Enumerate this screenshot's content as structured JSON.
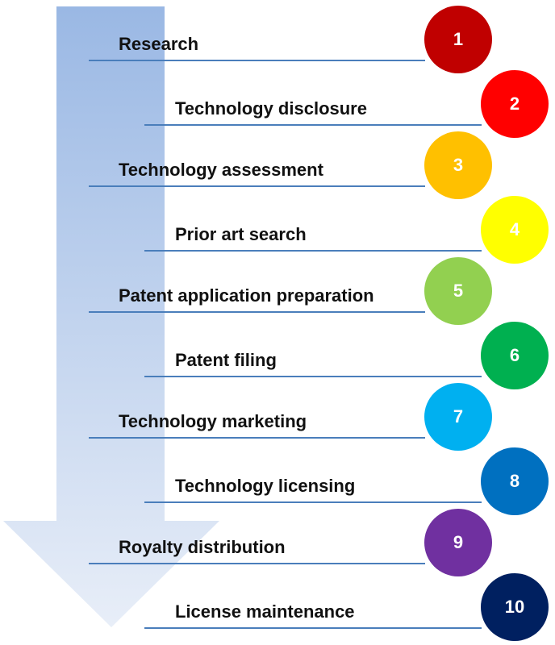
{
  "steps": [
    {
      "number": "1",
      "label": "Research",
      "color": "#c00000"
    },
    {
      "number": "2",
      "label": "Technology disclosure",
      "color": "#ff0000"
    },
    {
      "number": "3",
      "label": "Technology assessment",
      "color": "#ffc000"
    },
    {
      "number": "4",
      "label": "Prior art search",
      "color": "#ffff00"
    },
    {
      "number": "5",
      "label": "Patent application preparation",
      "color": "#92d050"
    },
    {
      "number": "6",
      "label": "Patent filing",
      "color": "#00b050"
    },
    {
      "number": "7",
      "label": "Technology marketing",
      "color": "#00b0f0"
    },
    {
      "number": "8",
      "label": "Technology licensing",
      "color": "#0070c0"
    },
    {
      "number": "9",
      "label": "Royalty distribution",
      "color": "#7030a0"
    },
    {
      "number": "10",
      "label": "License maintenance",
      "color": "#002060"
    }
  ],
  "arrow": {
    "color_top": "#9ab8e4",
    "color_bottom": "#e8eef8"
  },
  "line_color": "#4a7ebb"
}
